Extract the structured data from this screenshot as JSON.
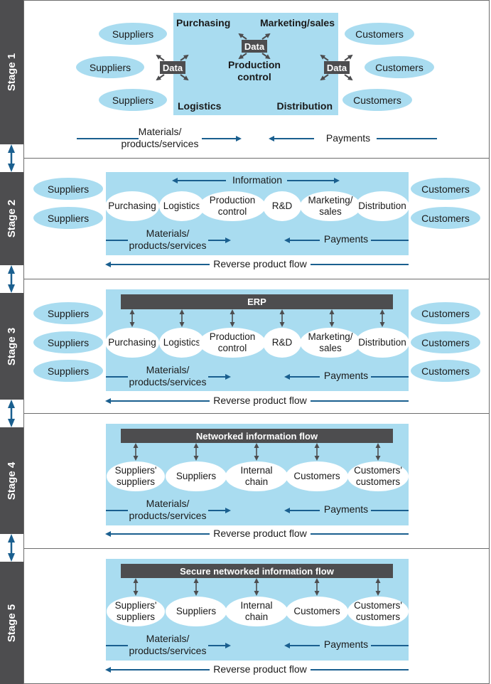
{
  "colors": {
    "accent": "#1a5f8f",
    "panel": "#a9dcf0",
    "tab": "#4d4d4f"
  },
  "stages": [
    "Stage 1",
    "Stage 2",
    "Stage 3",
    "Stage 4",
    "Stage 5"
  ],
  "stage1": {
    "suppliers": [
      "Suppliers",
      "Suppliers",
      "Suppliers"
    ],
    "customers": [
      "Customers",
      "Customers",
      "Customers"
    ],
    "purchasing": "Purchasing",
    "marketing_sales": "Marketing/sales",
    "production_control": "Production\ncontrol",
    "logistics": "Logistics",
    "distribution": "Distribution",
    "data": [
      "Data",
      "Data",
      "Data"
    ],
    "materials": "Materials/\nproducts/services",
    "payments": "Payments"
  },
  "stage2": {
    "suppliers": [
      "Suppliers",
      "Suppliers"
    ],
    "customers": [
      "Customers",
      "Customers"
    ],
    "information": "Information",
    "functions": [
      "Purchasing",
      "Logistics",
      "Production\ncontrol",
      "R&D",
      "Marketing/\nsales",
      "Distribution"
    ],
    "materials": "Materials/\nproducts/services",
    "payments": "Payments",
    "reverse": "Reverse product flow"
  },
  "stage3": {
    "suppliers": [
      "Suppliers",
      "Suppliers",
      "Suppliers"
    ],
    "customers": [
      "Customers",
      "Customers",
      "Customers"
    ],
    "erp": "ERP",
    "functions": [
      "Purchasing",
      "Logistics",
      "Production\ncontrol",
      "R&D",
      "Marketing/\nsales",
      "Distribution"
    ],
    "materials": "Materials/\nproducts/services",
    "payments": "Payments",
    "reverse": "Reverse product flow"
  },
  "stage4": {
    "bar": "Networked information flow",
    "nodes": [
      "Suppliers'\nsuppliers",
      "Suppliers",
      "Internal\nchain",
      "Customers",
      "Customers'\ncustomers"
    ],
    "materials": "Materials/\nproducts/services",
    "payments": "Payments",
    "reverse": "Reverse product flow"
  },
  "stage5": {
    "bar": "Secure networked information flow",
    "nodes": [
      "Suppliers'\nsuppliers",
      "Suppliers",
      "Internal\nchain",
      "Customers",
      "Customers'\ncustomers"
    ],
    "materials": "Materials/\nproducts/services",
    "payments": "Payments",
    "reverse": "Reverse product flow"
  }
}
